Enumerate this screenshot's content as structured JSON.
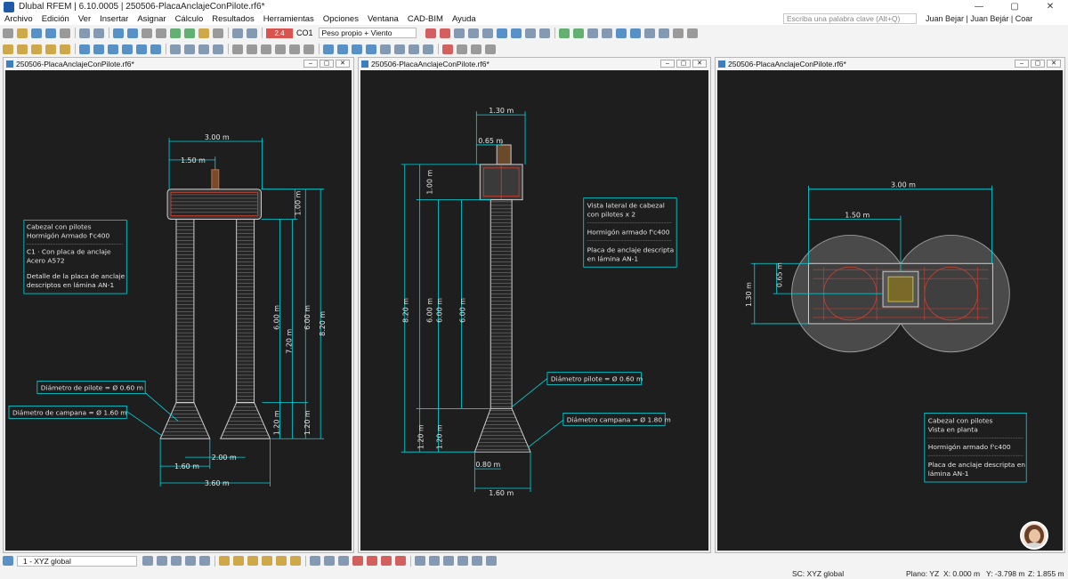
{
  "window": {
    "title": "Dlubal RFEM | 6.10.0005 | 250506-PlacaAnclajeConPilote.rf6*",
    "minimize": "—",
    "maximize": "▢",
    "close": "✕"
  },
  "menu": [
    "Archivo",
    "Edición",
    "Ver",
    "Insertar",
    "Asignar",
    "Cálculo",
    "Resultados",
    "Herramientas",
    "Opciones",
    "Ventana",
    "CAD-BIM",
    "Ayuda"
  ],
  "search": {
    "placeholder": "Escriba una palabra clave (Alt+Q)"
  },
  "user": "Juan Bejar | Juan Bejár | Coar Construcciones",
  "loadcase": {
    "badge": "2.4",
    "name": "CO1",
    "description": "Peso propio + Viento"
  },
  "views": [
    {
      "title": "250506-PlacaAnclajeConPilote.rf6*",
      "dims": {
        "w300": "3.00 m",
        "w150": "1.50 m",
        "h100": "1.00 m",
        "h600a": "6.00 m",
        "h720": "7.20 m",
        "h600b": "6.00 m",
        "h820": "8.20 m",
        "h120a": "1.20 m",
        "h120b": "1.20 m",
        "w200": "2.00 m",
        "w160": "1.60 m",
        "w360": "3.60 m"
      },
      "note": [
        "Cabezal con pilotes",
        "Hormigón Armado f'c400",
        "C1 · Con placa de anclaje",
        "Acero A572",
        "Detalle de la placa de anclaje",
        "descriptos en lámina AN-1"
      ],
      "label_pile": "Diámetro de pilote = Ø 0.60 m",
      "label_bell": "Diámetro de campana = Ø 1.60 m"
    },
    {
      "title": "250506-PlacaAnclajeConPilote.rf6*",
      "dims": {
        "w130": "1.30 m",
        "w065": "0.65 m",
        "h100": "1.00 m",
        "h820": "8.20 m",
        "h600a": "6.00 m",
        "h600b": "6.00 m",
        "h120a": "1.20 m",
        "h120b": "1.20 m",
        "w080": "0.80 m",
        "w160": "1.60 m"
      },
      "note": [
        "Vista lateral de cabezal",
        "con pilotes x 2",
        "Hormigón armado f'c400",
        "Placa de anclaje descripta",
        "en lámina AN-1"
      ],
      "label_pile": "Diámetro pilote = Ø 0.60 m",
      "label_bell": "Diámetro campana = Ø 1.80 m"
    },
    {
      "title": "250506-PlacaAnclajeConPilote.rf6*",
      "dims": {
        "w300": "3.00 m",
        "w150": "1.50 m",
        "h130": "1.30 m",
        "h065": "0.65 m"
      },
      "note": [
        "Cabezal con pilotes",
        "Vista en planta",
        "Hormigón armado f'c400",
        "Placa de anclaje descripta en",
        "lámina AN-1"
      ]
    }
  ],
  "status": {
    "coord_system": "1 - XYZ global",
    "sc": "SC: XYZ global",
    "plane": "Plano: YZ",
    "x": "X: 0.000 m",
    "y": "Y: -3.798 m",
    "z": "Z: 1.855 m"
  },
  "colors": {
    "dim": "#00d8e0",
    "concrete": "#c8c8c8",
    "rebar": "#d04030",
    "canvas": "#1e1e1e"
  }
}
